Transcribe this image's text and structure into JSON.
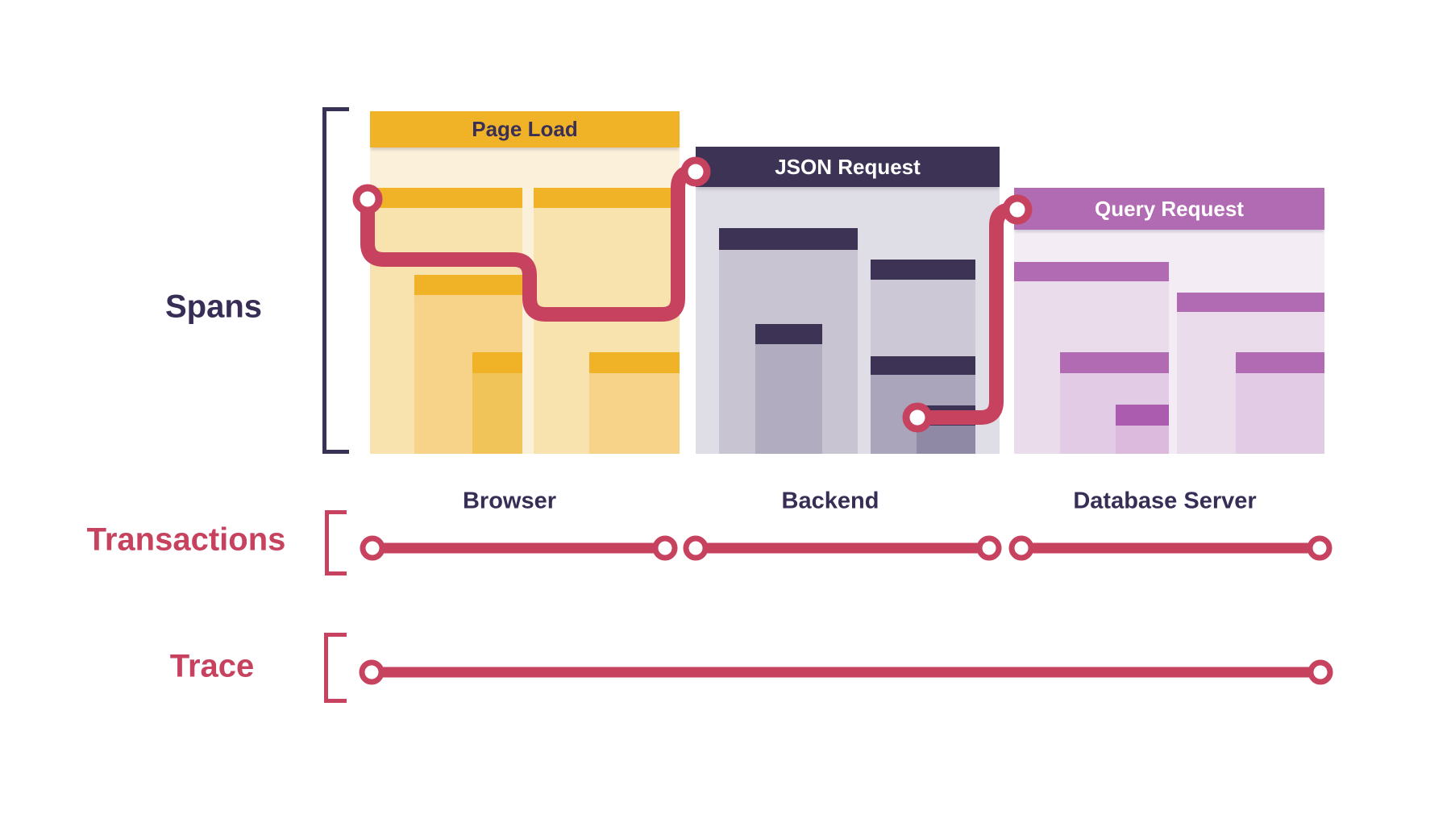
{
  "diagram": {
    "rows": {
      "spans_label": "Spans",
      "transactions_label": "Transactions",
      "trace_label": "Trace"
    },
    "panels": [
      {
        "title": "Page Load",
        "service": "Browser"
      },
      {
        "title": "JSON Request",
        "service": "Backend"
      },
      {
        "title": "Query Request",
        "service": "Database Server"
      }
    ],
    "colors": {
      "accent_red": "#C7425F",
      "navy": "#3A3157",
      "yellow": "#F0B327",
      "purple": "#B16BB2",
      "text_dark": "#372D55"
    }
  }
}
